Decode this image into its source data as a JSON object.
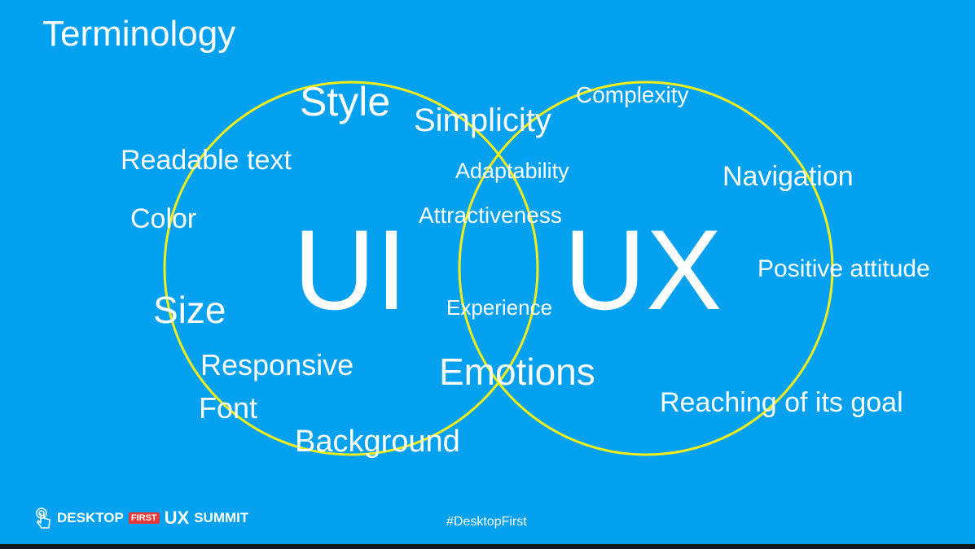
{
  "slide": {
    "title": "Terminology",
    "ui_label": "UI",
    "ux_label": "UX",
    "hashtag": "#DesktopFirst",
    "circle_color": "#f2ee1c",
    "background_color": "#03a1f0"
  },
  "terms": {
    "style": "Style",
    "simplicity": "Simplicity",
    "complexity": "Complexity",
    "readable_text": "Readable text",
    "adaptability": "Adaptability",
    "navigation": "Navigation",
    "color": "Color",
    "attractiveness": "Attractiveness",
    "positive_attitude": "Positive attitude",
    "size": "Size",
    "experience": "Experience",
    "responsive": "Responsive",
    "emotions": "Emotions",
    "font": "Font",
    "reaching_goal": "Reaching of its goal",
    "background": "Background"
  },
  "footer": {
    "logo_desktop": "DESKTOP",
    "logo_first": "FIRST",
    "logo_ux": "UX",
    "logo_summit": "SUMMIT",
    "logo_icon": "touch-hand-icon"
  }
}
